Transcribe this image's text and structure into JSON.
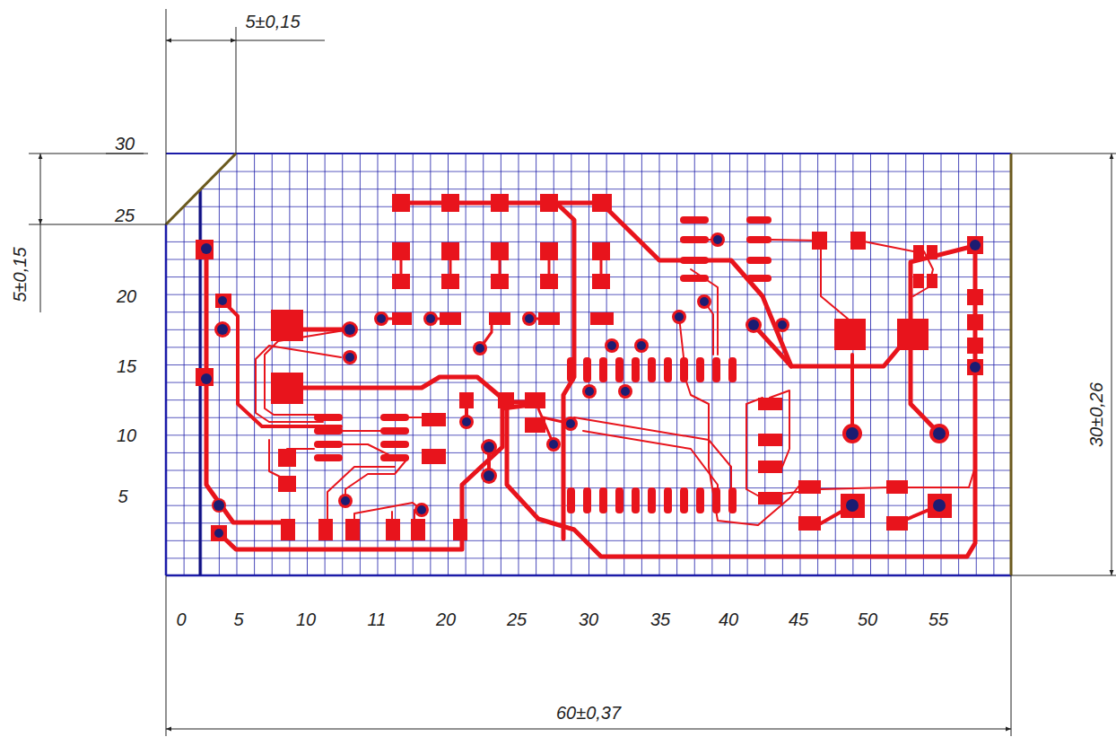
{
  "diagram": {
    "labels": [
      "5±0,15",
      "30",
      "25",
      "20",
      "15",
      "10",
      "5",
      "5±0,15",
      "0",
      "5",
      "10",
      "11",
      "20",
      "25",
      "30",
      "35",
      "40",
      "45",
      "50",
      "55",
      "30±0,26",
      "60±0,37"
    ]
  }
}
